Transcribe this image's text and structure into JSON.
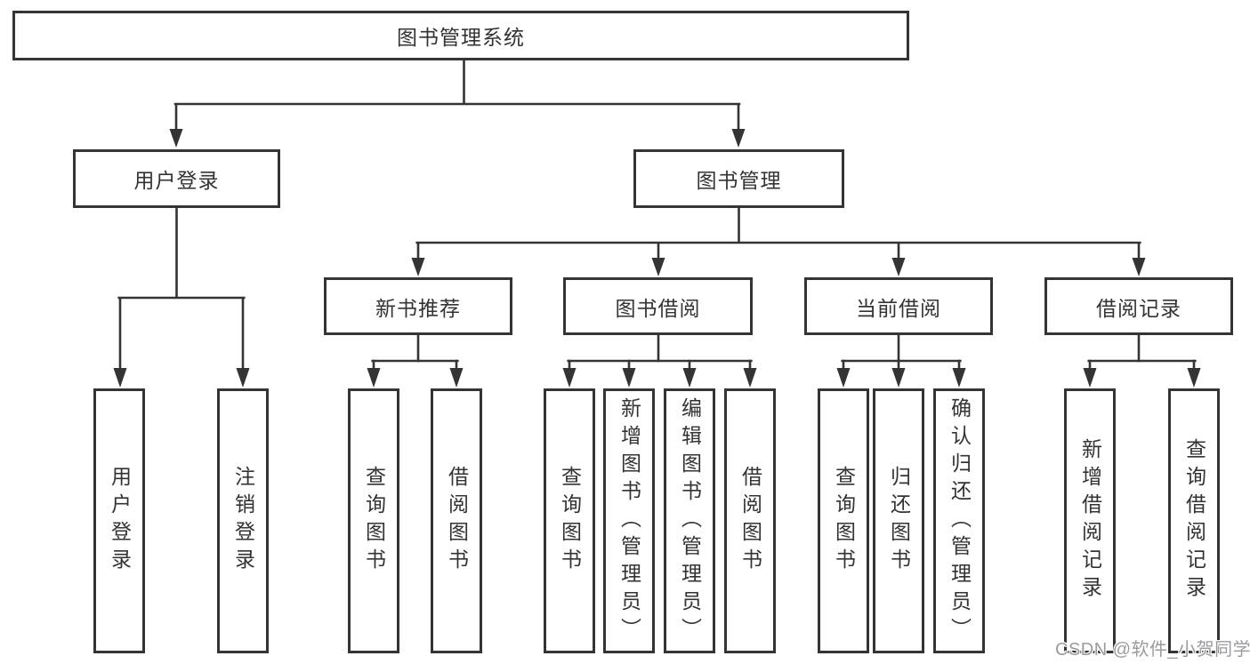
{
  "diagram": {
    "title": "图书管理系统",
    "root": {
      "label": "图书管理系统"
    },
    "level1": [
      {
        "label": "用户登录"
      },
      {
        "label": "图书管理"
      }
    ],
    "level2": [
      {
        "label": "新书推荐"
      },
      {
        "label": "图书借阅"
      },
      {
        "label": "当前借阅"
      },
      {
        "label": "借阅记录"
      }
    ],
    "leaves": [
      {
        "label": "用户登录"
      },
      {
        "label": "注销登录"
      },
      {
        "label": "查询图书"
      },
      {
        "label": "借阅图书"
      },
      {
        "label": "查询图书"
      },
      {
        "label": "新增图书（管理员）"
      },
      {
        "label": "编辑图书（管理员）"
      },
      {
        "label": "借阅图书"
      },
      {
        "label": "查询图书"
      },
      {
        "label": "归还图书"
      },
      {
        "label": "确认归还（管理员）"
      },
      {
        "label": "新增借阅记录"
      },
      {
        "label": "查询借阅记录"
      }
    ]
  },
  "watermark": {
    "text": "CSDN @软件_小贺同学"
  },
  "colors": {
    "line": "#343434",
    "border": "#343434",
    "text": "#333333",
    "watermark_text": "#9b9b9f",
    "background": "#ffffff"
  }
}
